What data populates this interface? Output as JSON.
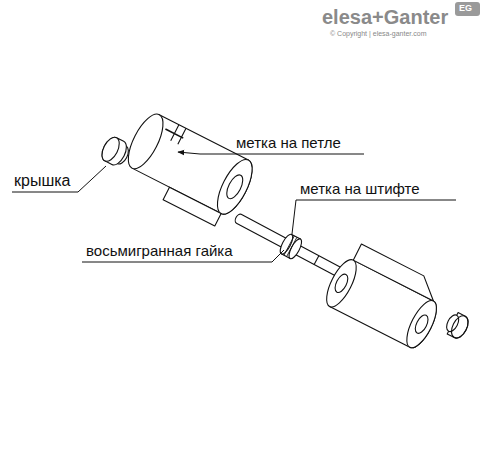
{
  "diagram": {
    "labels": [
      "elesa+Ganter",
      "EG",
      "© Copyright | elesa-ganter.com",
      "крышка",
      "метка на петле",
      "метка на штифте",
      "восьмигранная гайка"
    ]
  }
}
